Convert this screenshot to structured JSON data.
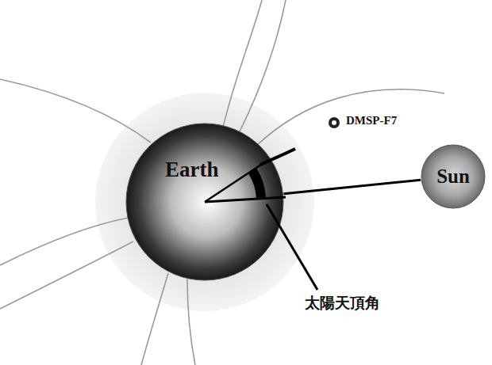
{
  "diagram": {
    "nodes": [
      {
        "text": [
          "Earth"
        ]
      },
      {
        "text": [
          "Sun"
        ]
      }
    ],
    "edges": [
      {
        "from": 0,
        "to": 1,
        "arrow": "none"
      }
    ],
    "labels": [
      "DMSP-F7",
      "太陽天頂角"
    ]
  }
}
